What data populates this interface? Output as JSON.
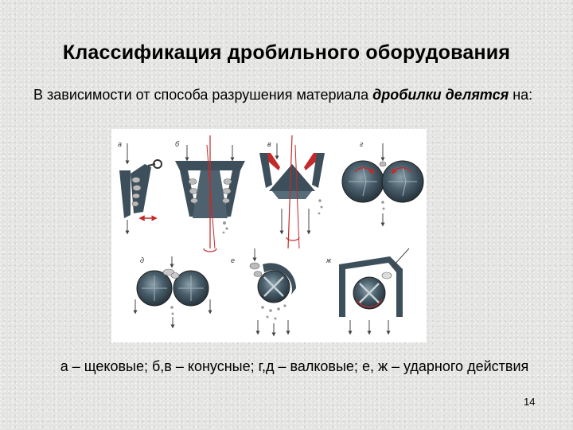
{
  "slide": {
    "title": "Классификация дробильного оборудования",
    "intro": {
      "part1": "В зависимости от способа разрушения материала ",
      "emphasis": "дробилки делятся",
      "part2": " на:"
    },
    "figure": {
      "labels": [
        "а",
        "б",
        "в",
        "г",
        "д",
        "е",
        "ж"
      ]
    },
    "caption": "а – щековые; б,в – конусные; г,д – валковые; е, ж – ударного действия",
    "page_number": "14"
  },
  "colors": {
    "steel": "#3d4f5a",
    "accent_red": "#c42a2a",
    "gray": "#6f6f6f",
    "background": "#e4e4e2"
  }
}
